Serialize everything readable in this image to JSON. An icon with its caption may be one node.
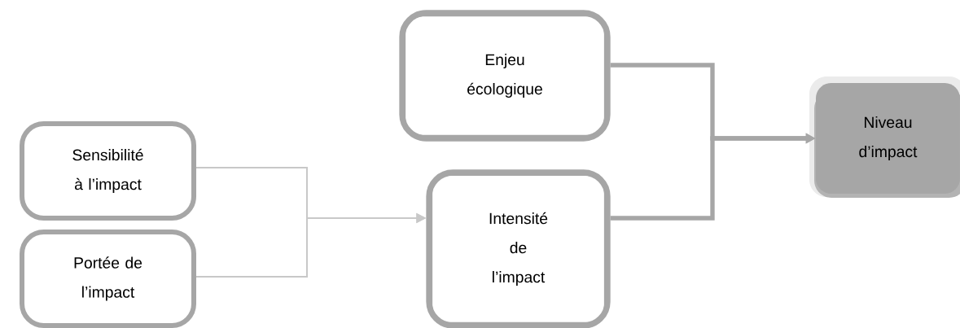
{
  "diagram": {
    "nodes": [
      {
        "text": [
          "Enjeu écologique"
        ]
      },
      {
        "text": [
          "Sensibilité à l’impact"
        ]
      },
      {
        "text": [
          "Portée de l’impact"
        ]
      },
      {
        "text": [
          "Intensité de l’impact"
        ]
      },
      {
        "text": [
          "Niveau d’impact"
        ]
      }
    ],
    "edges": [
      {
        "from": 1,
        "to": 3,
        "arrow": "to",
        "color": "#c8c8c8"
      },
      {
        "from": 2,
        "to": 3,
        "arrow": "to",
        "color": "#c8c8c8"
      },
      {
        "from": 0,
        "to": 4,
        "arrow": "to",
        "style": "thick",
        "color": "#a6a6a6"
      },
      {
        "from": 3,
        "to": 4,
        "arrow": "to",
        "style": "thick",
        "color": "#a6a6a6"
      }
    ]
  }
}
